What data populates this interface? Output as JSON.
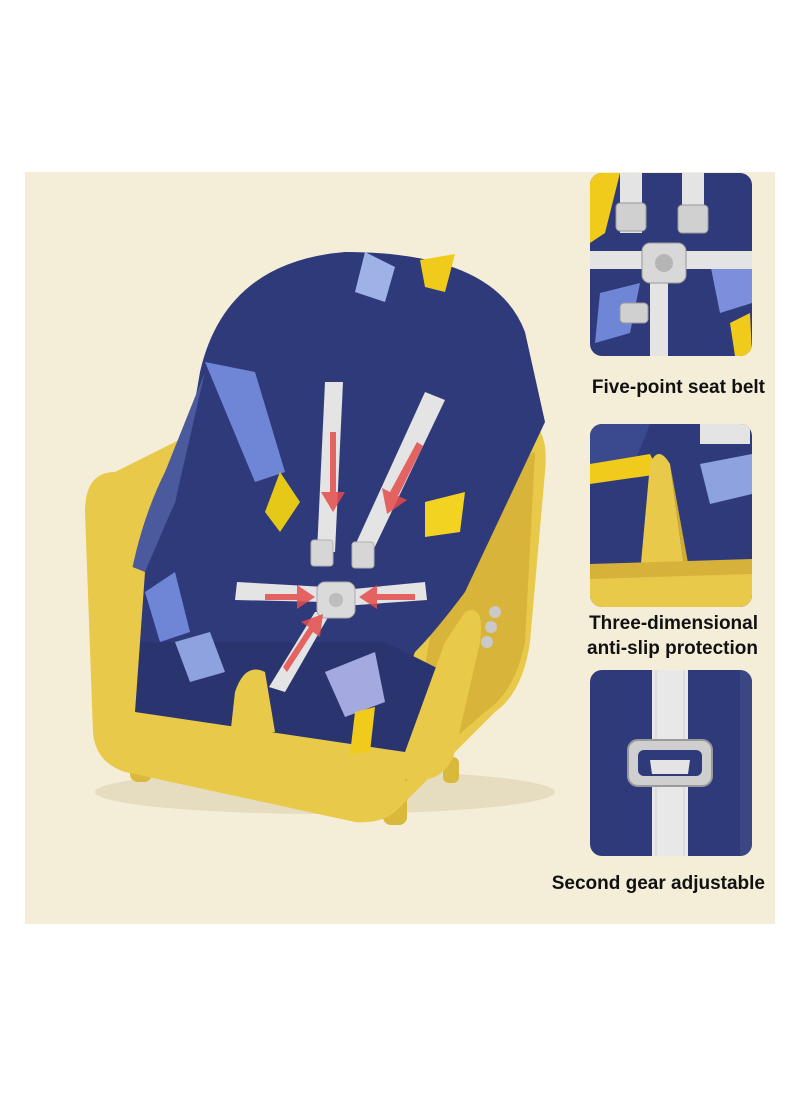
{
  "features": [
    {
      "label": "Five-point seat belt",
      "icon": "seat-belt-closeup"
    },
    {
      "label_line1": "Three-dimensional",
      "label_line2": "anti-slip protection",
      "icon": "anti-slip-closeup"
    },
    {
      "label": "Second gear adjustable",
      "icon": "strap-adjuster-closeup"
    }
  ],
  "colors": {
    "background": "#f4eed9",
    "seat_navy": "#2f3a7a",
    "frame_yellow": "#e9c94a",
    "strap_gray": "#e4e4e4",
    "arrow_red": "#e34c4c"
  }
}
